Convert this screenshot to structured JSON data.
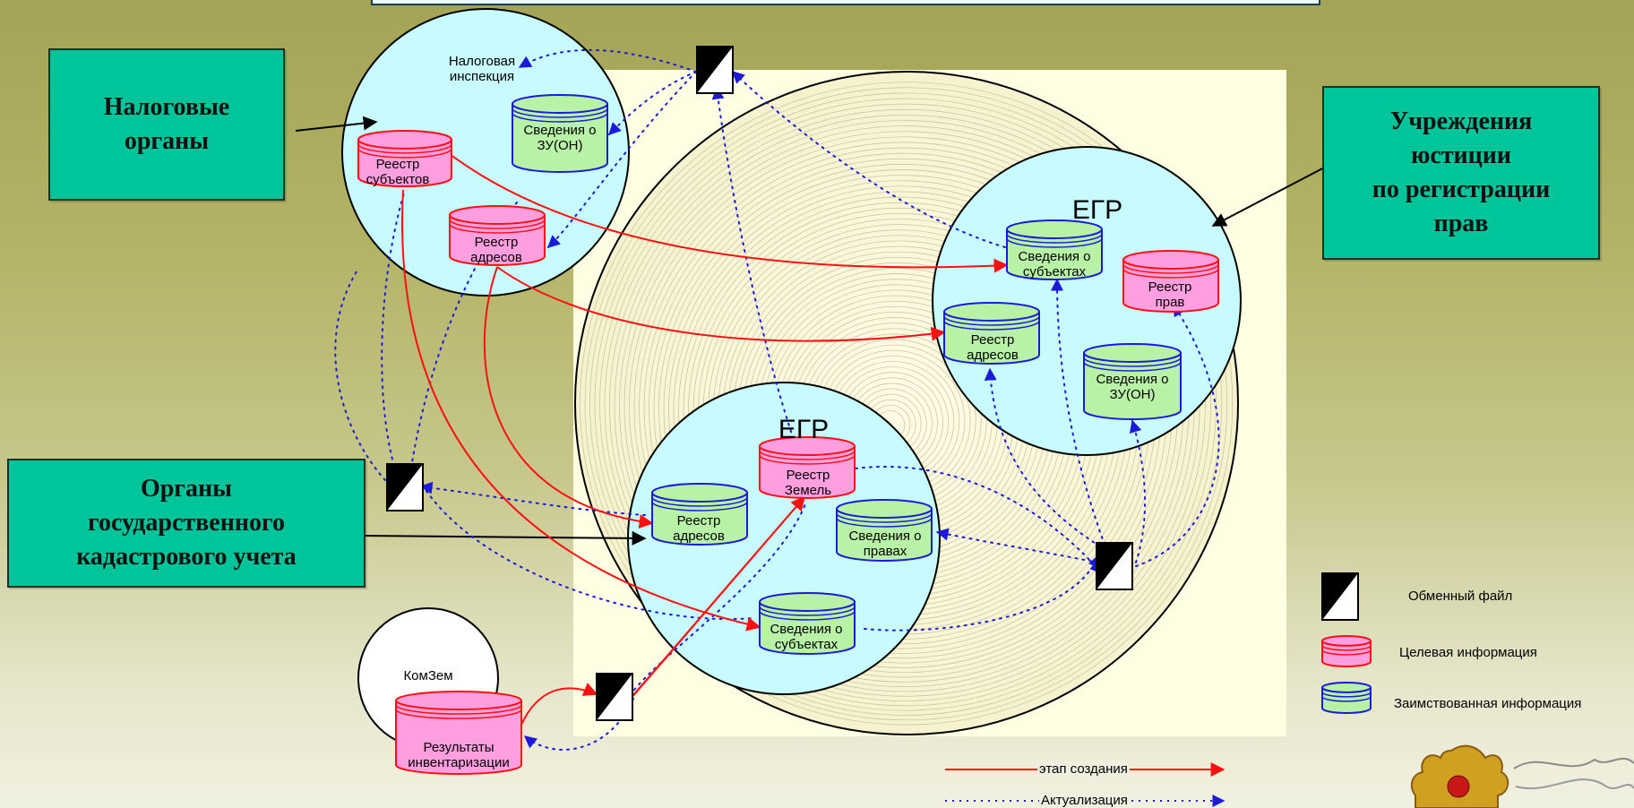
{
  "boxes": {
    "tax": "Налоговые\nорганы",
    "justice": "Учреждения\nюстиции\nпо регистрации\nправ",
    "cadastre": "Органы\nгосударственного\nкадастрового учета"
  },
  "circles": {
    "tax_inspection": "Налоговая\nинспекция",
    "egr_right": "ЕГР",
    "egr_bottom": "ЕГР",
    "komzem": "КомЗем"
  },
  "cylinders": {
    "tax_subjects": "Реестр\nсубъектов",
    "tax_zu": "Сведения о\nЗУ(ОН)",
    "tax_addresses": "Реестр\nадресов",
    "just_subjects": "Сведения о\nсубъектах",
    "just_rights": "Реестр\nправ",
    "just_addresses": "Реестр\nадресов",
    "just_zu": "Сведения о\nЗУ(ОН)",
    "egr_lands": "Реестр\nЗемель",
    "egr_addresses": "Реестр\nадресов",
    "egr_rights": "Сведения о\nправах",
    "egr_subjects": "Сведения о\nсубъектах",
    "inventory": "Результаты\nинвентаризации"
  },
  "legend": {
    "exchange_file": "Обменный файл",
    "target_info": "Целевая информация",
    "borrowed_info": "Заимствованная  информация"
  },
  "lines": {
    "creation": "этап создания",
    "update": "Актуализация"
  },
  "colors": {
    "target_fill": "#ff9fe0",
    "target_stroke": "#ff1010",
    "borrowed_fill": "#b7f2a6",
    "borrowed_stroke": "#1a1ad8",
    "circle_fill": "#c8fbfd",
    "box_fill": "#00c49a"
  }
}
